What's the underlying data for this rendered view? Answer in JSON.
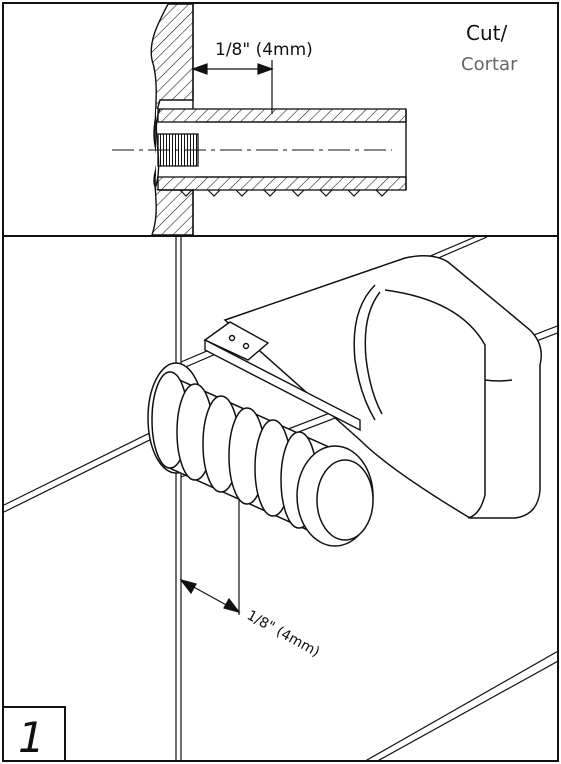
{
  "detail": {
    "dimension_label": "1/8\" (4mm)",
    "cut_label": "Cut/",
    "cut_label_es": "Cortar"
  },
  "main": {
    "dimension_label": "1/8\" (4mm)"
  },
  "step": {
    "number": "1"
  }
}
